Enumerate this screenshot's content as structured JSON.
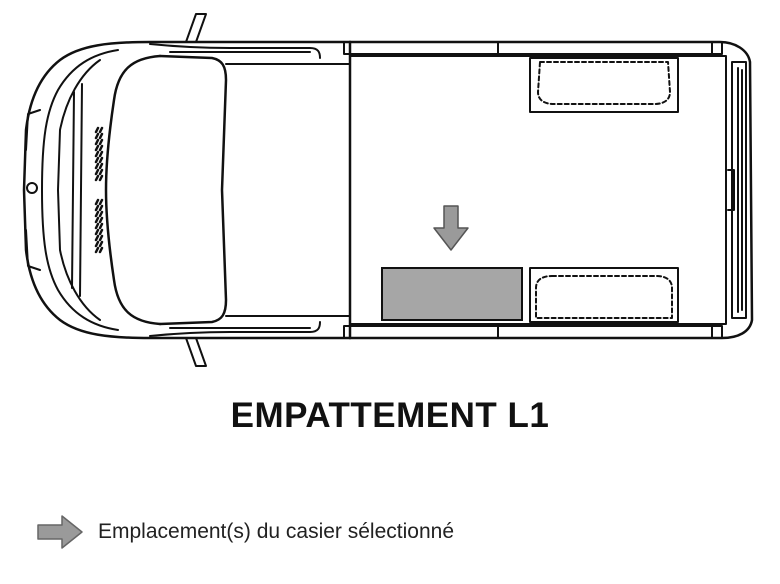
{
  "diagram": {
    "title": "EMPATTEMENT L1",
    "selected_locker": {
      "status": "selected"
    },
    "colors": {
      "selected_fill": "#a6a6a6",
      "outline": "#111111",
      "arrow": "#9a9a9a"
    }
  },
  "legend": {
    "icon": "arrow-right-icon",
    "label": "Emplacement(s) du casier sélectionné"
  }
}
